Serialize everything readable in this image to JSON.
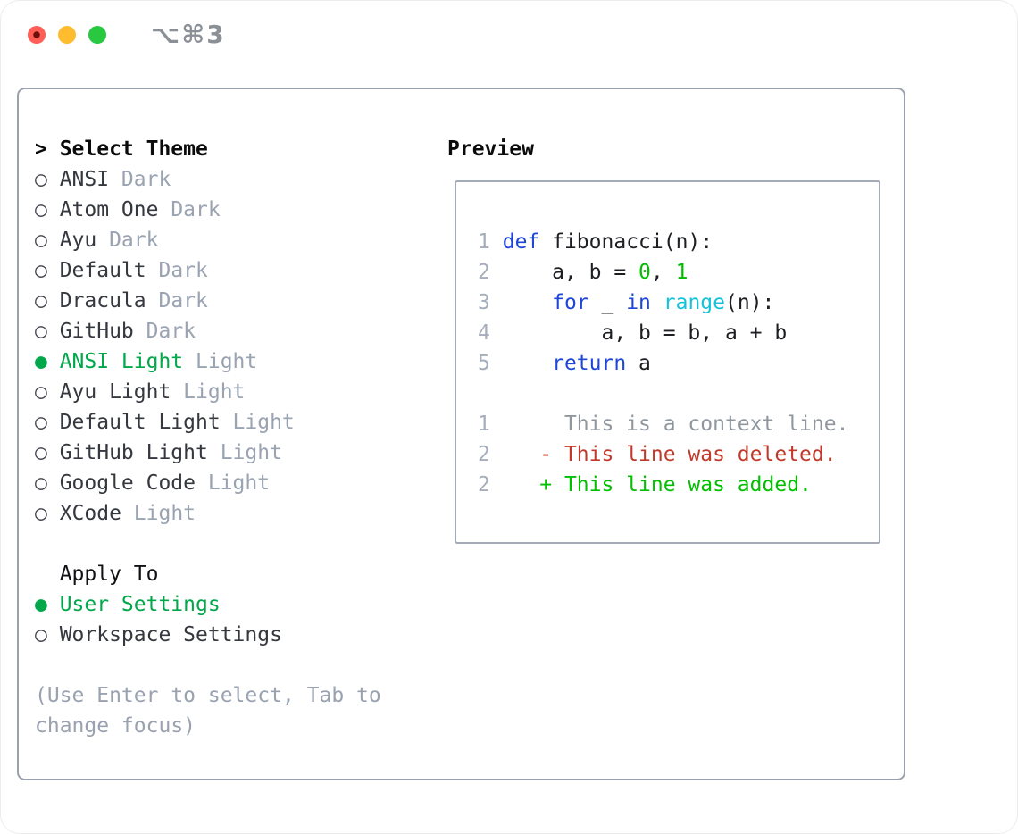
{
  "titlebar": {
    "title": "⌥⌘3",
    "traffic_lights": [
      {
        "name": "close"
      },
      {
        "name": "minimize"
      },
      {
        "name": "zoom"
      }
    ]
  },
  "colors": {
    "accent_green": "#00a74b",
    "diff_added": "#00c000",
    "diff_deleted": "#c0392b",
    "keyword_blue": "#1e46d8",
    "builtin_cyan": "#16c2da",
    "number_green": "#00bd00",
    "muted_gray": "#9aa3b2",
    "border_gray": "#9aa1ad",
    "traffic_red": "#ff5f57",
    "traffic_yellow": "#febc2e",
    "traffic_green": "#28c840"
  },
  "theme_panel": {
    "header_marker": ">",
    "header_label": "Select Theme",
    "unselected_marker": "○",
    "selected_marker": "●",
    "themes": [
      {
        "name": "ANSI",
        "variant": "Dark",
        "selected": false
      },
      {
        "name": "Atom One",
        "variant": "Dark",
        "selected": false
      },
      {
        "name": "Ayu",
        "variant": "Dark",
        "selected": false
      },
      {
        "name": "Default",
        "variant": "Dark",
        "selected": false
      },
      {
        "name": "Dracula",
        "variant": "Dark",
        "selected": false
      },
      {
        "name": "GitHub",
        "variant": "Dark",
        "selected": false
      },
      {
        "name": "ANSI Light",
        "variant": "Light",
        "selected": true
      },
      {
        "name": "Ayu Light",
        "variant": "Light",
        "selected": false
      },
      {
        "name": "Default Light",
        "variant": "Light",
        "selected": false
      },
      {
        "name": "GitHub Light",
        "variant": "Light",
        "selected": false
      },
      {
        "name": "Google Code",
        "variant": "Light",
        "selected": false
      },
      {
        "name": "XCode",
        "variant": "Light",
        "selected": false
      }
    ],
    "apply_to": {
      "header": "Apply To",
      "options": [
        {
          "label": "User Settings",
          "selected": true
        },
        {
          "label": "Workspace Settings",
          "selected": false
        }
      ]
    },
    "help": [
      "(Use Enter to select, Tab to",
      "change focus)"
    ]
  },
  "preview": {
    "header": "Preview",
    "code_lines": [
      {
        "num": "1",
        "tokens": [
          {
            "t": " ",
            "c": "plain"
          },
          {
            "t": "def",
            "c": "kw"
          },
          {
            "t": " fibonacci(n):",
            "c": "plain"
          }
        ]
      },
      {
        "num": "2",
        "tokens": [
          {
            "t": "     a, b = ",
            "c": "plain"
          },
          {
            "t": "0",
            "c": "num"
          },
          {
            "t": ", ",
            "c": "plain"
          },
          {
            "t": "1",
            "c": "num"
          }
        ]
      },
      {
        "num": "3",
        "tokens": [
          {
            "t": "     ",
            "c": "plain"
          },
          {
            "t": "for",
            "c": "kw"
          },
          {
            "t": " _ ",
            "c": "plain"
          },
          {
            "t": "in",
            "c": "kw"
          },
          {
            "t": " ",
            "c": "plain"
          },
          {
            "t": "range",
            "c": "builtin"
          },
          {
            "t": "(n):",
            "c": "plain"
          }
        ]
      },
      {
        "num": "4",
        "tokens": [
          {
            "t": "         a, b = b, a + b",
            "c": "plain"
          }
        ]
      },
      {
        "num": "5",
        "tokens": [
          {
            "t": "     ",
            "c": "plain"
          },
          {
            "t": "return",
            "c": "kw"
          },
          {
            "t": " a",
            "c": "plain"
          }
        ]
      },
      {
        "num": "",
        "tokens": []
      },
      {
        "num": "1",
        "tokens": [
          {
            "t": "      This is a context line.",
            "c": "ctx"
          }
        ]
      },
      {
        "num": "2",
        "tokens": [
          {
            "t": "    - This line was deleted.",
            "c": "del"
          }
        ]
      },
      {
        "num": "2",
        "tokens": [
          {
            "t": "    + This line was added.",
            "c": "add"
          }
        ]
      }
    ]
  }
}
